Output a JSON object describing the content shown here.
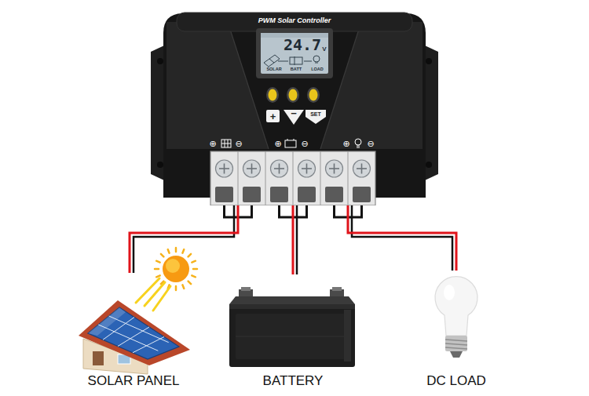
{
  "diagram": {
    "nodes": [
      {
        "text": [
          "PWM Solar Controller"
        ]
      },
      {
        "text": [
          "SOLAR PANEL"
        ]
      },
      {
        "text": [
          "BATTERY"
        ]
      },
      {
        "text": [
          "DC LOAD"
        ]
      }
    ],
    "edges": [
      {
        "from": 0,
        "to": 1,
        "arrow": "none"
      },
      {
        "from": 0,
        "to": 2,
        "arrow": "none"
      },
      {
        "from": 0,
        "to": 3,
        "arrow": "none"
      }
    ],
    "labels": [
      "24.7",
      "V",
      "SOLAR",
      "BATT",
      "LOAD",
      "+",
      "−",
      "SET",
      "⊕",
      "⊖",
      "⊕",
      "⊖",
      "⊕",
      "⊖"
    ]
  }
}
